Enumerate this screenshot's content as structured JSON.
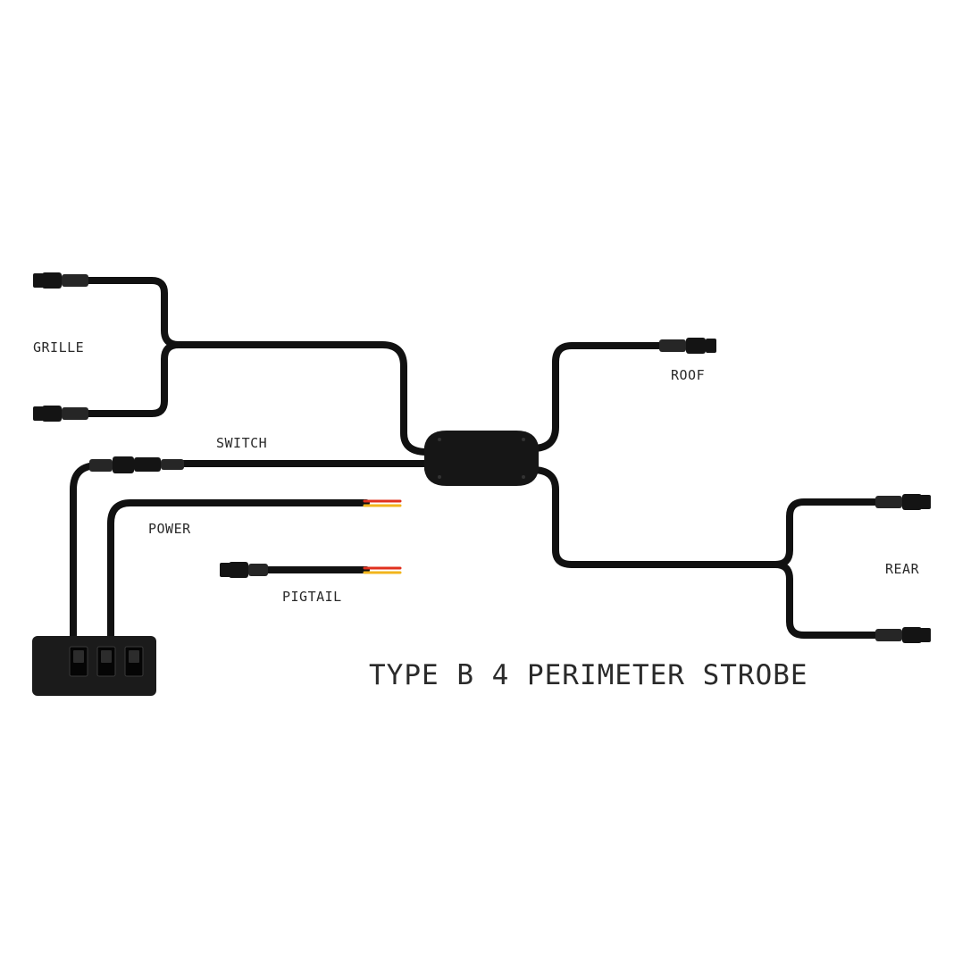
{
  "diagram": {
    "title": "TYPE B 4 PERIMETER STROBE",
    "labels": {
      "grille": "GRILLE",
      "roof": "ROOF",
      "switch": "SWITCH",
      "power": "POWER",
      "pigtail": "PIGTAIL",
      "rear": "REAR"
    },
    "colors": {
      "cable": "#111111",
      "wire_red": "#e0301e",
      "wire_yellow": "#f2b51c",
      "switch_panel": "#1b1b1b"
    }
  }
}
